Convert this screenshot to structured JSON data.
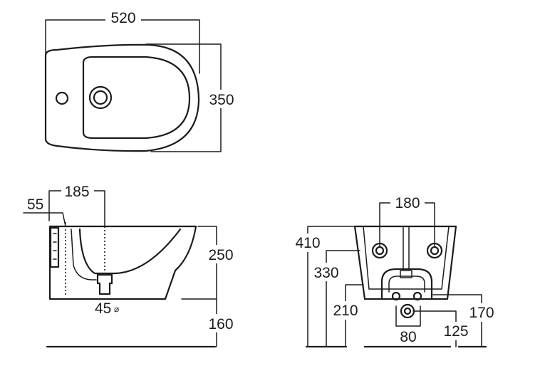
{
  "dimensions": {
    "top_view": {
      "width": "520",
      "depth": "350"
    },
    "side_view": {
      "offset_a": "55",
      "offset_b": "185",
      "bowl_height": "250",
      "floor_clearance": "160",
      "outlet": "45"
    },
    "back_view": {
      "bolt_spacing": "180",
      "total_height": "410",
      "mount_height": "330",
      "drain_height": "210",
      "right_height_a": "170",
      "right_height_b": "125",
      "drain_spacing": "80"
    }
  },
  "outlet_symbol": "⌀"
}
